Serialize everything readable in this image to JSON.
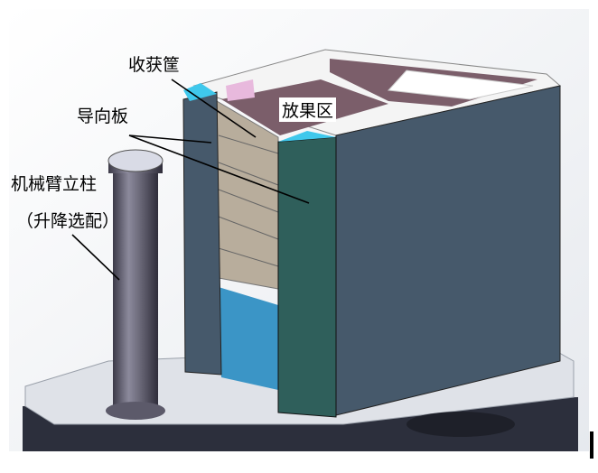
{
  "labels": {
    "harvest_basket": "收获筐",
    "guide_plate": "导向板",
    "fruit_area": "放果区",
    "arm_column": "机械臂立柱",
    "arm_column_note": "（升降选配）"
  },
  "colors": {
    "side_panel": "#46596b",
    "guide_front": "#2f5f5b",
    "tan_panel": "#b8ad9c",
    "blue_panel": "#3b95c6",
    "interior": "#7b5e6a",
    "cyan_cap": "#3fc8ec"
  }
}
